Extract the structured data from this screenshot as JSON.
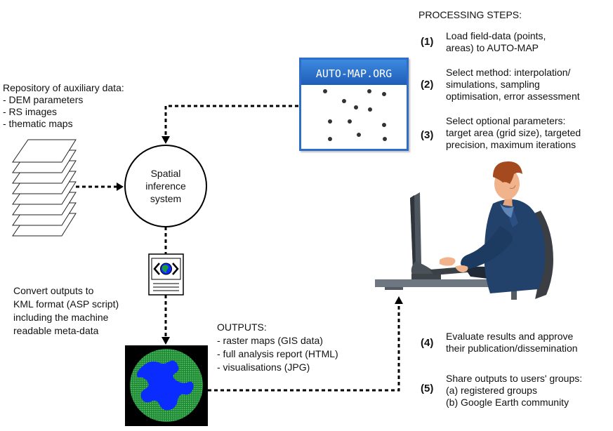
{
  "repository": {
    "title": "Repository of auxiliary data:",
    "items": [
      "- DEM parameters",
      "- RS images",
      "- thematic maps"
    ]
  },
  "inference": {
    "label_lines": [
      "Spatial",
      "inference",
      "system"
    ]
  },
  "automap": {
    "title": "AUTO-MAP.ORG"
  },
  "convert": {
    "lines": [
      "Convert outputs to",
      "KML format (ASP script)",
      "including the machine",
      "readable meta-data"
    ]
  },
  "outputs": {
    "title": "OUTPUTS:",
    "items": [
      "- raster maps (GIS data)",
      "- full analysis report (HTML)",
      "- visualisations (JPG)"
    ]
  },
  "processing": {
    "title": "PROCESSING STEPS:",
    "steps": [
      {
        "num": "(1)",
        "lines": [
          "Load field-data (points,",
          "areas) to AUTO-MAP"
        ]
      },
      {
        "num": "(2)",
        "lines": [
          "Select method: interpolation/",
          "simulations, sampling",
          "optimisation, error assessment"
        ]
      },
      {
        "num": "(3)",
        "lines": [
          "Select optional parameters:",
          "target area (grid size), targeted",
          "precision, maximum iterations"
        ]
      },
      {
        "num": "(4)",
        "lines": [
          "Evaluate results and approve",
          "their publication/dissemination"
        ]
      },
      {
        "num": "(5)",
        "lines": [
          "Share outputs to users' groups:",
          "(a) registered groups",
          "(b) Google Earth community"
        ]
      }
    ]
  },
  "colors": {
    "accent": "#2f6ec8",
    "globe_land": "#0a2cff",
    "globe_sea": "#1f9a3a"
  },
  "icons": [
    "layers-stack-icon",
    "kml-document-icon",
    "globe-icon",
    "person-at-computer-icon"
  ]
}
